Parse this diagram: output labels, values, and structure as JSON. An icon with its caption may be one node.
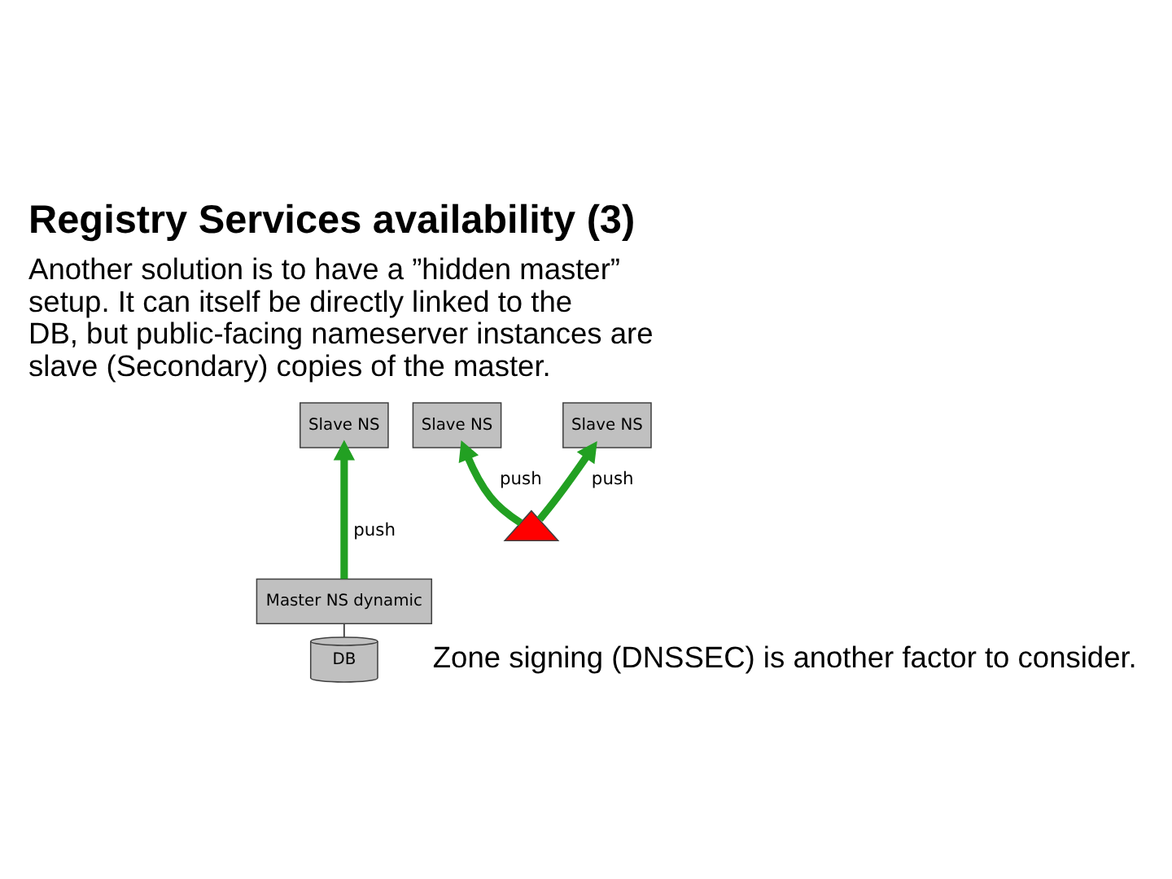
{
  "diagram": {
    "title": "Registry Services availability (3)",
    "nodes": [
      {
        "text": [
          "Slave NS"
        ]
      },
      {
        "text": [
          "Slave NS"
        ]
      },
      {
        "text": [
          "Slave NS"
        ]
      },
      {
        "text": [],
        "shape": "triangle"
      },
      {
        "text": [
          "Master NS dynamic"
        ]
      },
      {
        "text": [
          "DB"
        ]
      }
    ],
    "edges": [
      {
        "from": 4,
        "to": 0,
        "arrow": "to",
        "label": "push"
      },
      {
        "from": 3,
        "to": 1,
        "arrow": "to",
        "label": "push"
      },
      {
        "from": 3,
        "to": 2,
        "arrow": "to",
        "label": "push"
      },
      {
        "from": 4,
        "to": 5,
        "arrow": "none",
        "color": "#404040"
      }
    ],
    "labels": [
      "Another solution is to have a ”hidden master” setup. It can itself be directly linked to the DB, but public-facing nameserver instances are slave (Secondary) copies of the master.",
      "Zone signing (DNSSEC) is another factor to consider."
    ]
  }
}
